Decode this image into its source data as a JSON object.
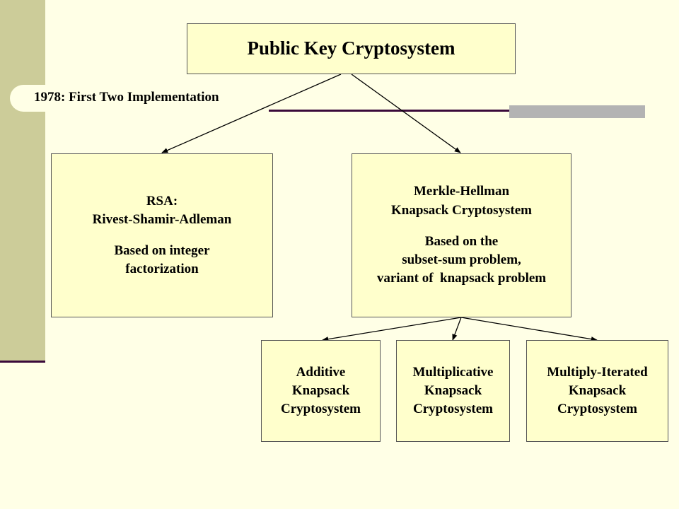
{
  "root": {
    "label": "Public Key Cryptosystem"
  },
  "tab_label": "1978: First Two Implementation",
  "rsa": {
    "title": "RSA:",
    "subtitle": "Rivest-Shamir-Adleman",
    "desc_line1": "Based on integer",
    "desc_line2": "factorization"
  },
  "mh": {
    "title": "Merkle-Hellman",
    "subtitle": "Knapsack Cryptosystem",
    "desc_line1": "Based on the",
    "desc_line2": "subset-sum problem,",
    "desc_line3": "variant of  knapsack problem"
  },
  "additive": {
    "line1": "Additive",
    "line2": "Knapsack",
    "line3": "Cryptosystem"
  },
  "multiplicative": {
    "line1": "Multiplicative",
    "line2": "Knapsack",
    "line3": "Cryptosystem"
  },
  "iterated": {
    "line1": "Multiply-Iterated",
    "line2": "Knapsack",
    "line3": "Cryptosystem"
  },
  "colors": {
    "background": "#FFFFE6",
    "box_fill": "#FFFFCC",
    "side_bar": "#CCCC99",
    "accent_line": "#3A0A3A",
    "gray_bar": "#B3B3B3"
  }
}
